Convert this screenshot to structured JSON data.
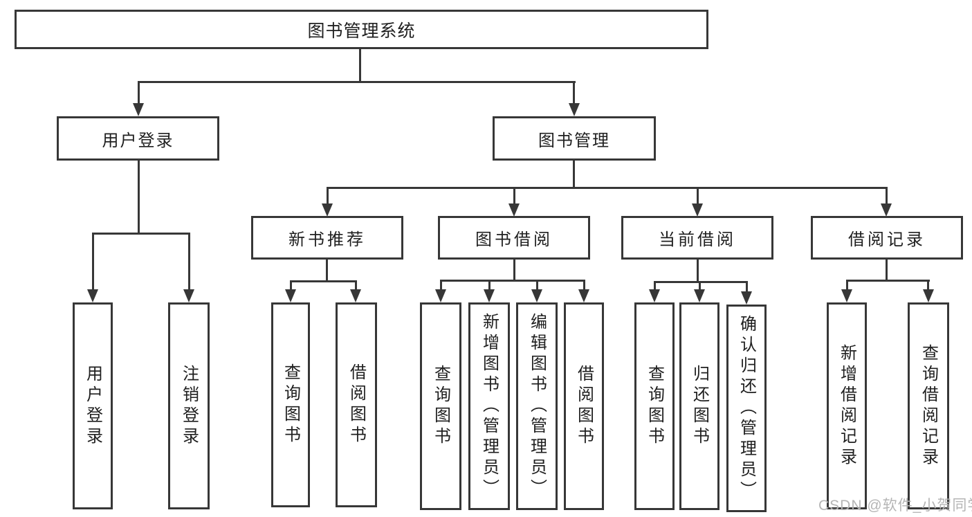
{
  "nodes": {
    "root": "图书管理系统",
    "user_login": "用户登录",
    "book_mgmt": "图书管理",
    "new_book_rec": "新书推荐",
    "book_borrow": "图书借阅",
    "current_borrow": "当前借阅",
    "borrow_records": "借阅记录",
    "leaf_user_login": "用户登录",
    "leaf_logout": "注销登录",
    "leaf_query_books_a": "查询图书",
    "leaf_borrow_books_a": "借阅图书",
    "leaf_query_books_b": "查询图书",
    "leaf_add_books": "新增图书（管理员）",
    "leaf_edit_books": "编辑图书（管理员）",
    "leaf_borrow_books_b": "借阅图书",
    "leaf_query_books_c": "查询图书",
    "leaf_return_books": "归还图书",
    "leaf_confirm_return": "确认归还（管理员）",
    "leaf_add_borrow_record": "新增借阅记录",
    "leaf_query_borrow_record": "查询借阅记录"
  },
  "hierarchy": {
    "root": [
      "user_login",
      "book_mgmt"
    ],
    "user_login": [
      "leaf_user_login",
      "leaf_logout"
    ],
    "book_mgmt": [
      "new_book_rec",
      "book_borrow",
      "current_borrow",
      "borrow_records"
    ],
    "new_book_rec": [
      "leaf_query_books_a",
      "leaf_borrow_books_a"
    ],
    "book_borrow": [
      "leaf_query_books_b",
      "leaf_add_books",
      "leaf_edit_books",
      "leaf_borrow_books_b"
    ],
    "current_borrow": [
      "leaf_query_books_c",
      "leaf_return_books",
      "leaf_confirm_return"
    ],
    "borrow_records": [
      "leaf_add_borrow_record",
      "leaf_query_borrow_record"
    ]
  },
  "watermark": {
    "text": "CSDN @软件_小贺同学"
  },
  "colors": {
    "line": "#373737",
    "text": "#1f1f1f",
    "watermark": "#b5b5b5",
    "background": "#ffffff"
  }
}
